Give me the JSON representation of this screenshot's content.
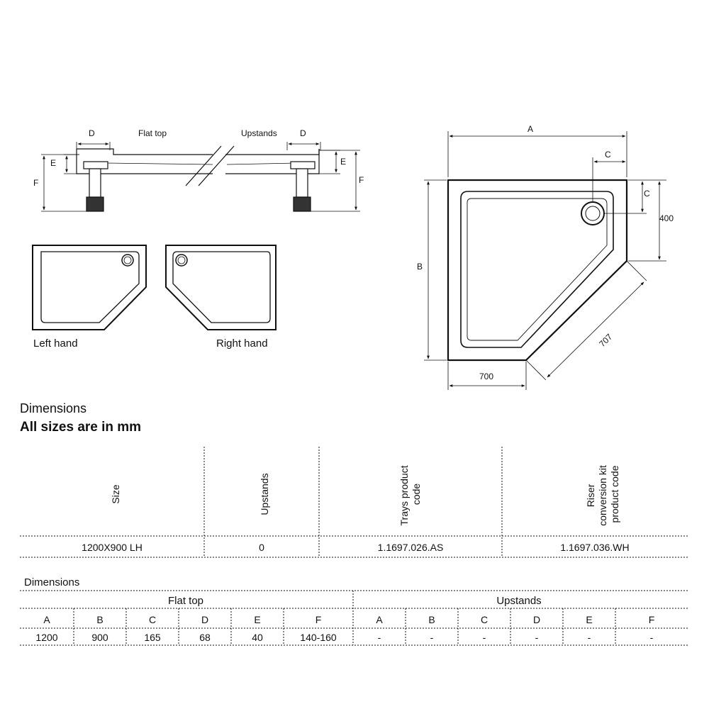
{
  "drawing": {
    "section": {
      "label_d": "D",
      "label_e": "E",
      "label_f": "F",
      "flat_top": "Flat top",
      "upstands": "Upstands"
    },
    "variants": {
      "left_hand": "Left hand",
      "right_hand": "Right hand"
    },
    "plan": {
      "label_a": "A",
      "label_b": "B",
      "label_c": "C",
      "dim_400": "400",
      "dim_700": "700",
      "dim_707": "707"
    }
  },
  "headings": {
    "dimensions": "Dimensions",
    "all_sizes": "All sizes are in mm"
  },
  "product_table": {
    "headers": [
      "Size",
      "Upstands",
      "Trays product code",
      "Riser conversion kit product code"
    ],
    "row": [
      "1200X900 LH",
      "0",
      "1.1697.026.AS",
      "1.1697.036.WH"
    ]
  },
  "dims_table": {
    "title": "Dimensions",
    "flat_top_label": "Flat top",
    "upstands_label": "Upstands",
    "columns": [
      "A",
      "B",
      "C",
      "D",
      "E",
      "F"
    ],
    "flat_values": [
      "1200",
      "900",
      "165",
      "68",
      "40",
      "140-160"
    ],
    "upstand_values": [
      "-",
      "-",
      "-",
      "-",
      "-",
      "-"
    ]
  }
}
